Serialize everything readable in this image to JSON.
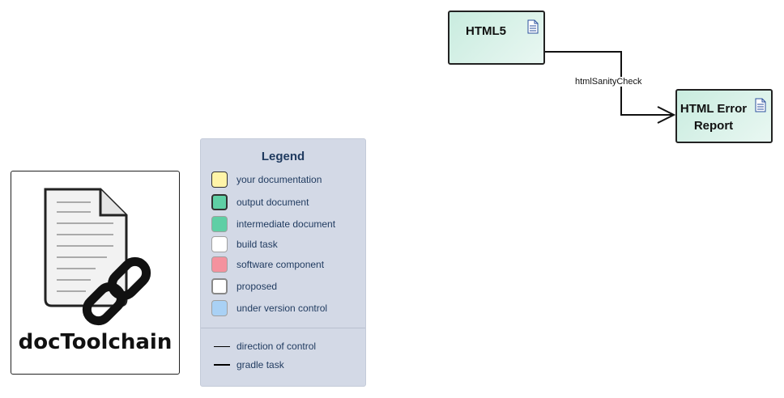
{
  "logo": {
    "title": "docToolchain",
    "icon": "document-chain-icon"
  },
  "legend": {
    "title": "Legend",
    "items": [
      {
        "label": "your documentation",
        "color": "#fff4a8",
        "border": "#333333"
      },
      {
        "label": "output document",
        "color": "#5fcfa5",
        "border": "#333333"
      },
      {
        "label": "intermediate document",
        "color": "#5fcfa5",
        "border": "#a0a0a0"
      },
      {
        "label": "build task",
        "color": "#ffffff",
        "border": "#a0a0a0"
      },
      {
        "label": "software component",
        "color": "#f4929e",
        "border": "#a0a0a0"
      },
      {
        "label": "proposed",
        "color": "#ffffff",
        "border": "#888888"
      },
      {
        "label": "under version control",
        "color": "#a9d1f5",
        "border": "#a0a0a0"
      }
    ],
    "lines": [
      {
        "label": "direction of control",
        "style": "thin"
      },
      {
        "label": "gradle task",
        "style": "thick"
      }
    ]
  },
  "diagram": {
    "nodes": [
      {
        "id": "html5",
        "label": "HTML5",
        "icon": "document-icon"
      },
      {
        "id": "html_error_report",
        "label_line1": "HTML Error",
        "label_line2": "Report",
        "icon": "document-icon"
      }
    ],
    "edges": [
      {
        "from": "html5",
        "to": "html_error_report",
        "label": "htmlSanityCheck"
      }
    ]
  }
}
